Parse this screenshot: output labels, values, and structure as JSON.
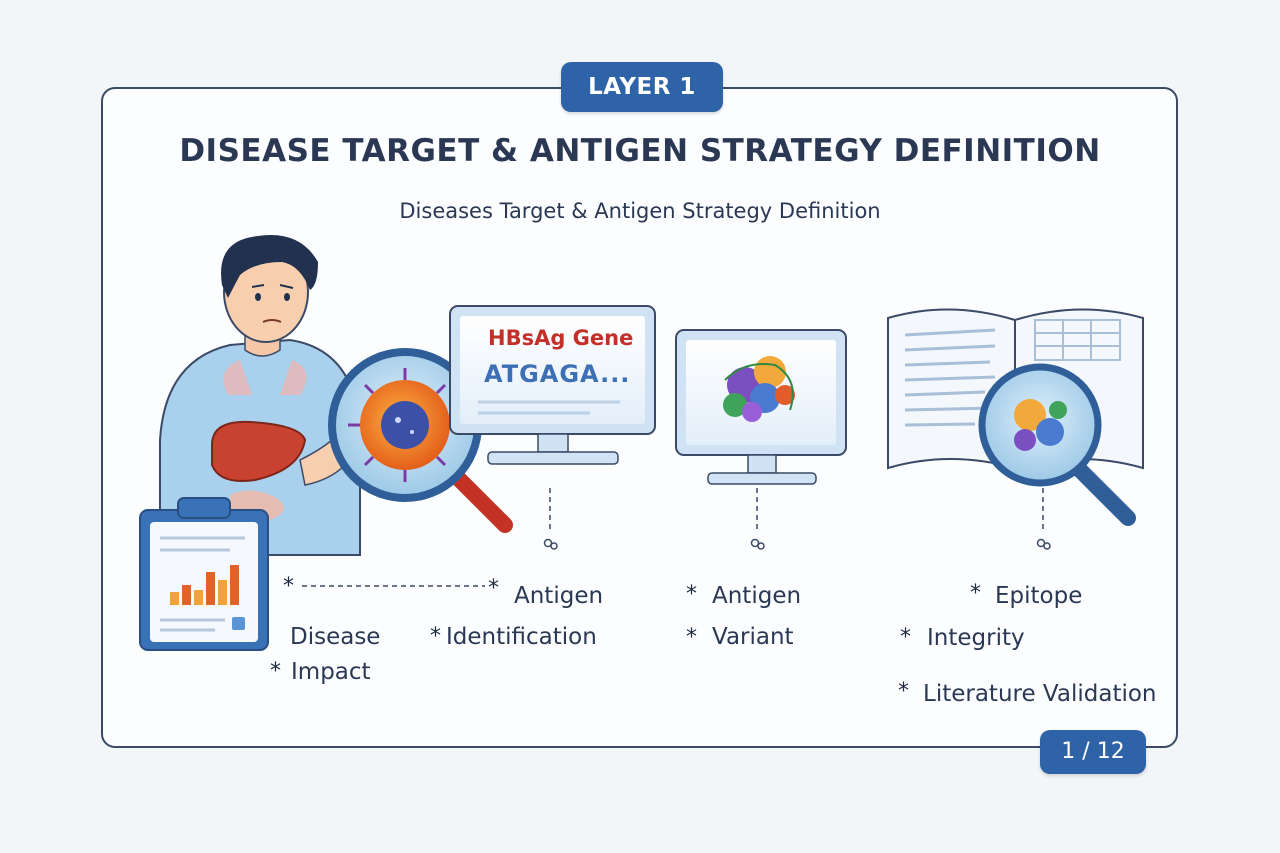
{
  "badge": {
    "layer": "LAYER 1",
    "page": "1 / 12"
  },
  "title": "DISEASE TARGET & ANTIGEN STRATEGY DEFINITION",
  "subtitle": "Diseases Target & Antigen Strategy Definition",
  "monitor1": {
    "line1": "HBsAg Gene",
    "line2": "ATGAGA..."
  },
  "labels": {
    "disease": "Disease",
    "impact": "Impact",
    "antigen1": "Antigen",
    "identification": "Identification",
    "antigen2": "Antigen",
    "variant": "Variant",
    "epitope": "Epitope",
    "integrity": "Integrity",
    "literature": "Literature Validation"
  },
  "colors": {
    "accent": "#2f63a8",
    "text": "#2b3853",
    "outline": "#3b4a66",
    "liver": "#c9412f",
    "virus": "#e8731f"
  },
  "icons": [
    "patient-illustration",
    "virus-magnifier-icon",
    "gene-monitor-icon",
    "protein-monitor-icon",
    "book-magnifier-icon",
    "clipboard-chart-icon"
  ]
}
